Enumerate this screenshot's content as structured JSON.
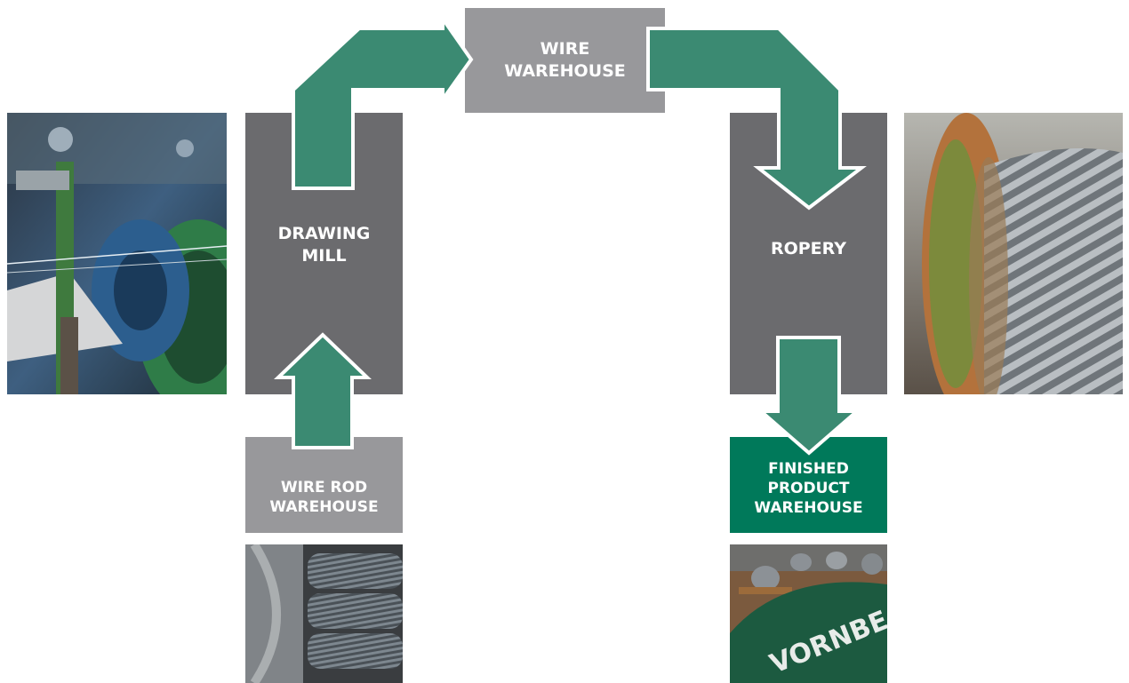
{
  "nodes": {
    "wire_warehouse": [
      "WIRE",
      "WAREHOUSE"
    ],
    "drawing_mill": [
      "DRAWING",
      "MILL"
    ],
    "ropery": [
      "ROPERY"
    ],
    "wire_rod_warehouse": [
      "WIRE ROD",
      "WAREHOUSE"
    ],
    "finished_product_warehouse": [
      "FINISHED",
      "PRODUCT",
      "WAREHOUSE"
    ]
  },
  "photos": {
    "finished_product": {
      "sign_text": "VORNBE"
    }
  },
  "colors": {
    "arrow_fill": "#3b8a72",
    "dark_box": "#6b6b6e",
    "light_box": "#98989b",
    "finished_box": "#00795a"
  }
}
